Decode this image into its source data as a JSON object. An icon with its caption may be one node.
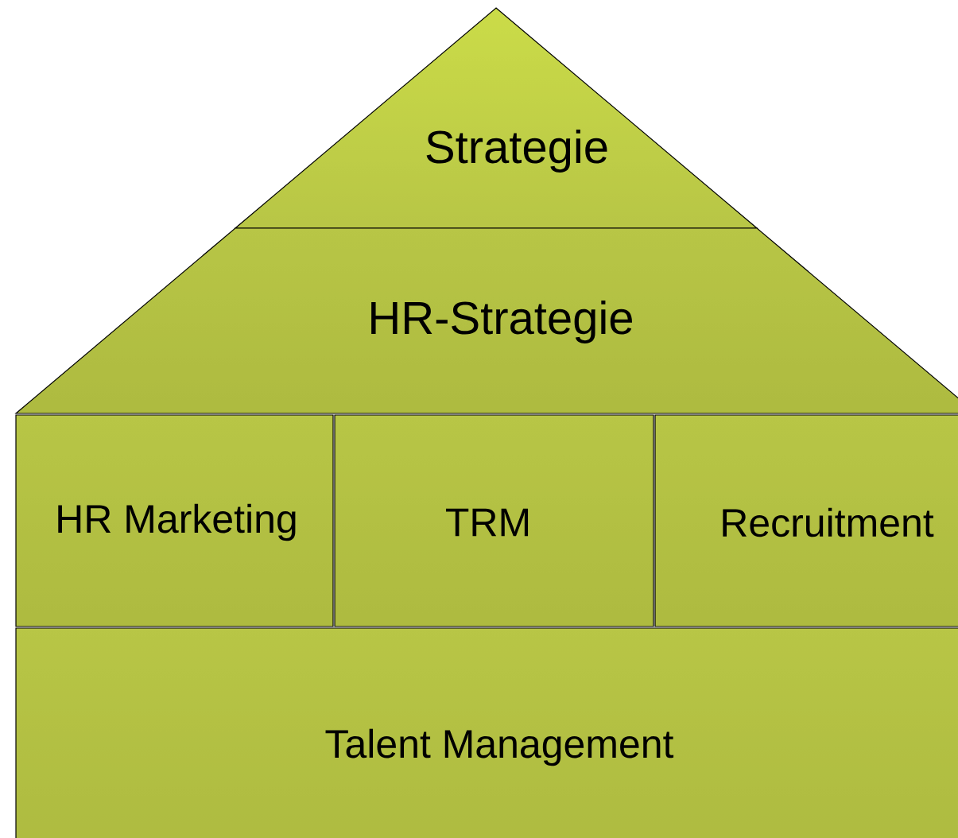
{
  "diagram": {
    "nodes": [
      {
        "text": [
          "Strategie"
        ]
      },
      {
        "text": [
          "HR-Strategie"
        ]
      },
      {
        "text": [
          "HR Marketing"
        ]
      },
      {
        "text": [
          "TRM"
        ]
      },
      {
        "text": [
          "Recruitment"
        ]
      },
      {
        "text": [
          "Talent Management"
        ]
      }
    ]
  }
}
